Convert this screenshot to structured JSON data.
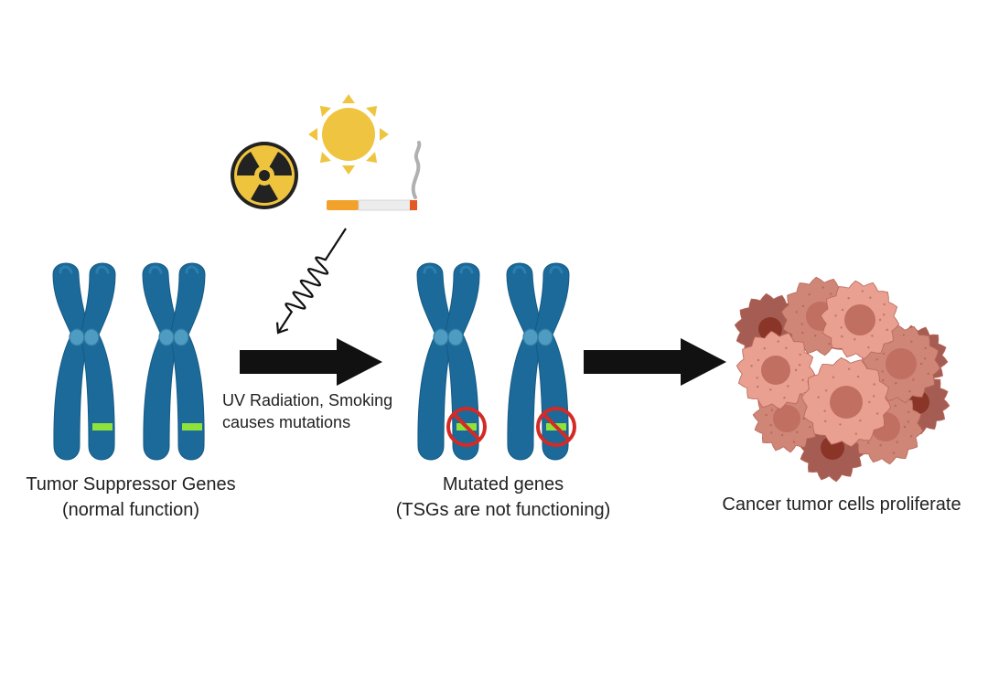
{
  "stages": [
    {
      "id": "normal",
      "lines": [
        "Tumor Suppressor Genes",
        "(normal function)"
      ]
    },
    {
      "id": "mutated",
      "lines": [
        "Mutated genes",
        "(TSGs are not functioning)"
      ]
    },
    {
      "id": "cancer",
      "lines": [
        "Cancer tumor cells proliferate"
      ]
    }
  ],
  "cause_label": {
    "lines": [
      "UV Radiation, Smoking",
      "causes mutations"
    ]
  },
  "icons": {
    "radiation": "radiation-hazard-icon",
    "sun": "sun-uv-icon",
    "cigarette": "cigarette-smoking-icon",
    "wave": "radiation-wave-arrow",
    "block": "prohibited-sign-icon"
  },
  "colors": {
    "chromosome": "#1c6a99",
    "chromosome_dark": "#145a85",
    "centromere": "#4f9cc2",
    "gene_band": "#8ee23a",
    "prohibit": "#d42a26",
    "arrow": "#111111",
    "sun": "#efc440",
    "radiation_bg": "#eec43e",
    "cell_light": "#e9a090",
    "cell_mid": "#cf8676",
    "cell_dark": "#a55d53",
    "nucleus": "#c06f60",
    "nucleus_dark": "#8a3527"
  }
}
